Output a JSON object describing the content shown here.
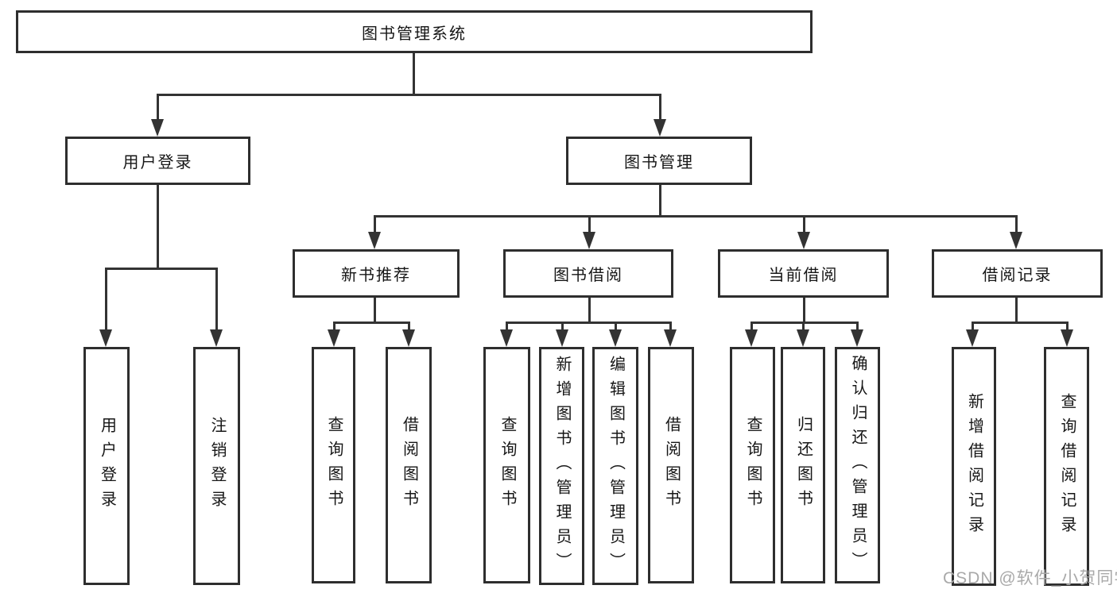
{
  "diagram": {
    "title": "图书管理系统",
    "root": {
      "label": "图书管理系统"
    },
    "level2": [
      {
        "label": "用户登录"
      },
      {
        "label": "图书管理"
      }
    ],
    "level3": [
      {
        "label": "新书推荐"
      },
      {
        "label": "图书借阅"
      },
      {
        "label": "当前借阅"
      },
      {
        "label": "借阅记录"
      }
    ],
    "leaves": {
      "user_login": [
        "用户登录",
        "注销登录"
      ],
      "new_book_recommend": [
        "查询图书",
        "借阅图书"
      ],
      "book_borrowing": [
        "查询图书",
        "新增图书（管理员）",
        "编辑图书（管理员）",
        "借阅图书"
      ],
      "current_borrowing": [
        "查询图书",
        "归还图书",
        "确认归还（管理员）"
      ],
      "borrowing_records": [
        "新增借阅记录",
        "查询借阅记录"
      ]
    }
  },
  "watermark": {
    "text": "CSDN @软件_小贺同学"
  },
  "colors": {
    "line": "#333333",
    "box_border": "#2e2e2e",
    "text": "#161616",
    "watermark": "#a9a9a9",
    "background": "#ffffff"
  }
}
